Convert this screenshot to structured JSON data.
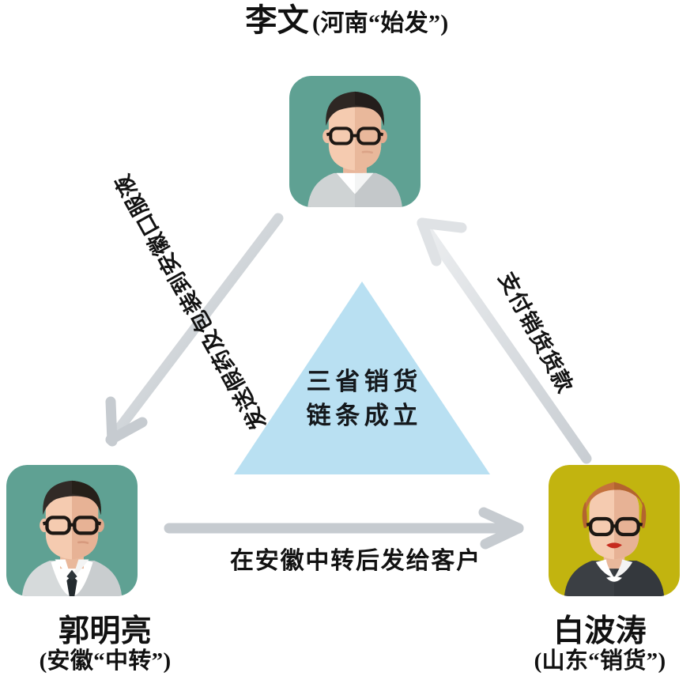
{
  "diagram": {
    "type": "triangle-flow",
    "background_color": "#ffffff",
    "center": {
      "shape": "triangle",
      "fill_color": "#b9e0f2",
      "line1": "三省销货",
      "line2": "链条成立"
    },
    "nodes": [
      {
        "id": "top",
        "name": "李文",
        "role": "(河南“始发”)",
        "avatar": {
          "icon": "person-avatar-male-glasses-icon",
          "background_color": "#5fa193",
          "hair_color": "#2e2723",
          "skin_color": "#f0c3a8",
          "shirt_color": "#cfd3d4",
          "collar_color": "#ffffff",
          "accessory": "glasses"
        }
      },
      {
        "id": "left",
        "name": "郭明亮",
        "role": "(安徽“中转”)",
        "avatar": {
          "icon": "person-avatar-male-tie-icon",
          "background_color": "#5fa193",
          "hair_color": "#2e2723",
          "skin_color": "#f3c7ac",
          "shirt_color": "#ffffff",
          "collar_color": "#ffffff",
          "accessory": "glasses-and-tie"
        }
      },
      {
        "id": "right",
        "name": "白波涛",
        "role": "(山东“销货”)",
        "avatar": {
          "icon": "person-avatar-female-glasses-icon",
          "background_color": "#c3b川",
          "background_color_hex": "#c2b40f",
          "hair_color": "#c4713c",
          "skin_color": "#f3c7ac",
          "shirt_color": "#3b3f44",
          "collar_color": "#ffffff",
          "accessory": "glasses-and-red-lips"
        }
      }
    ],
    "edges": [
      {
        "id": "top-to-left",
        "from": "top",
        "to": "left",
        "label": "发送假药及包装到安徽口服液",
        "arrow_color": "#c3c8cc",
        "direction": "down-left"
      },
      {
        "id": "right-to-top",
        "from": "right",
        "to": "top",
        "label": "支付销货货款",
        "arrow_color": "#d3d7da",
        "direction": "up-left"
      },
      {
        "id": "left-to-right",
        "from": "left",
        "to": "right",
        "label": "在安徽中转后发给客户",
        "arrow_color": "#c3c8cc",
        "direction": "right"
      }
    ]
  }
}
